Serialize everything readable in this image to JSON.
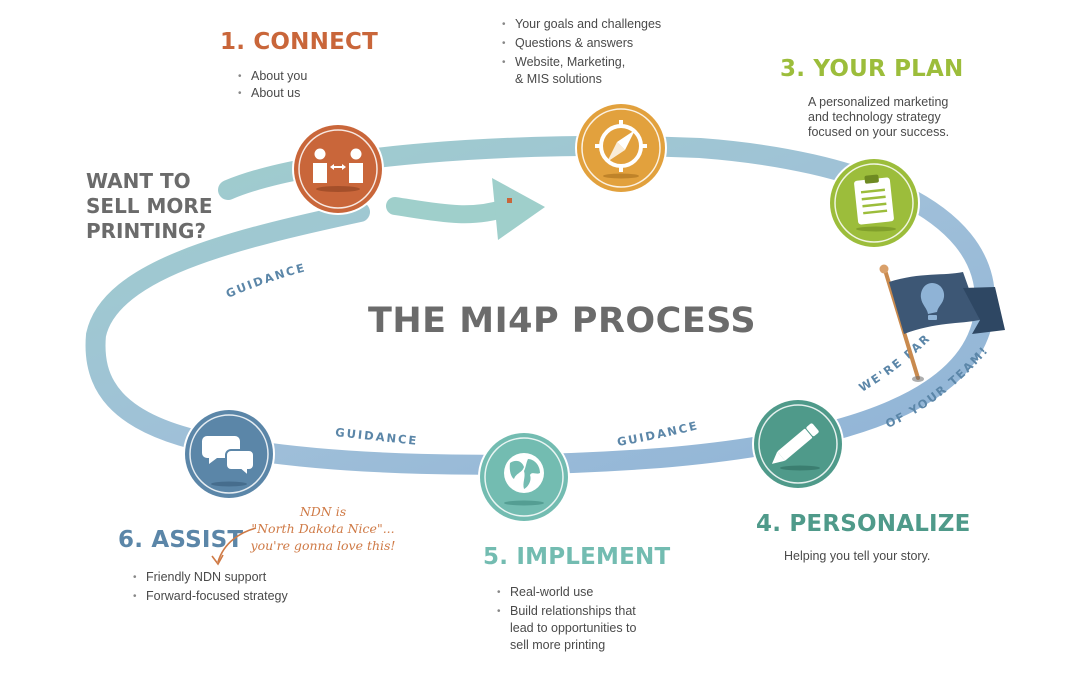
{
  "intro_text": [
    "WANT TO",
    "SELL MORE",
    "PRINTING?"
  ],
  "center_title": "THE MI4P PROCESS",
  "guidance_labels": [
    "GUIDANCE",
    "GUIDANCE",
    "GUIDANCE"
  ],
  "team_text": {
    "line1": "WE'RE PART",
    "line2": "OF YOUR TEAM!"
  },
  "steps": [
    {
      "heading": "1. CONNECT",
      "color": "#c9663a",
      "icon": "people-exchange-icon",
      "bullets": [
        "About you",
        "About us"
      ]
    },
    {
      "heading": "",
      "color": "#e2a13d",
      "icon": "compass-icon",
      "bullets": [
        "Your goals and challenges",
        "Questions & answers",
        "Website, Marketing,",
        "& MIS solutions"
      ]
    },
    {
      "heading": "3. YOUR PLAN",
      "color": "#9cbd3b",
      "icon": "clipboard-icon",
      "description": [
        "A personalized marketing",
        "and technology strategy",
        "focused on your success."
      ]
    },
    {
      "heading": "4. PERSONALIZE",
      "color": "#4f9a8a",
      "icon": "pencil-icon",
      "description": [
        "Helping you tell your story."
      ]
    },
    {
      "heading": "5. IMPLEMENT",
      "color": "#73bcb1",
      "icon": "globe-icon",
      "bullets": [
        "Real-world use",
        "Build relationships that",
        "lead to opportunities to",
        "sell more printing"
      ]
    },
    {
      "heading": "6. ASSIST",
      "color": "#5b86a8",
      "icon": "chat-bubbles-icon",
      "bullets": [
        "Friendly NDN support",
        "Forward-focused strategy"
      ]
    }
  ],
  "handwritten_note": [
    "NDN is",
    "\"North Dakota Nice\"...",
    "you're gonna love this!"
  ],
  "flag_color": "#3d5775"
}
